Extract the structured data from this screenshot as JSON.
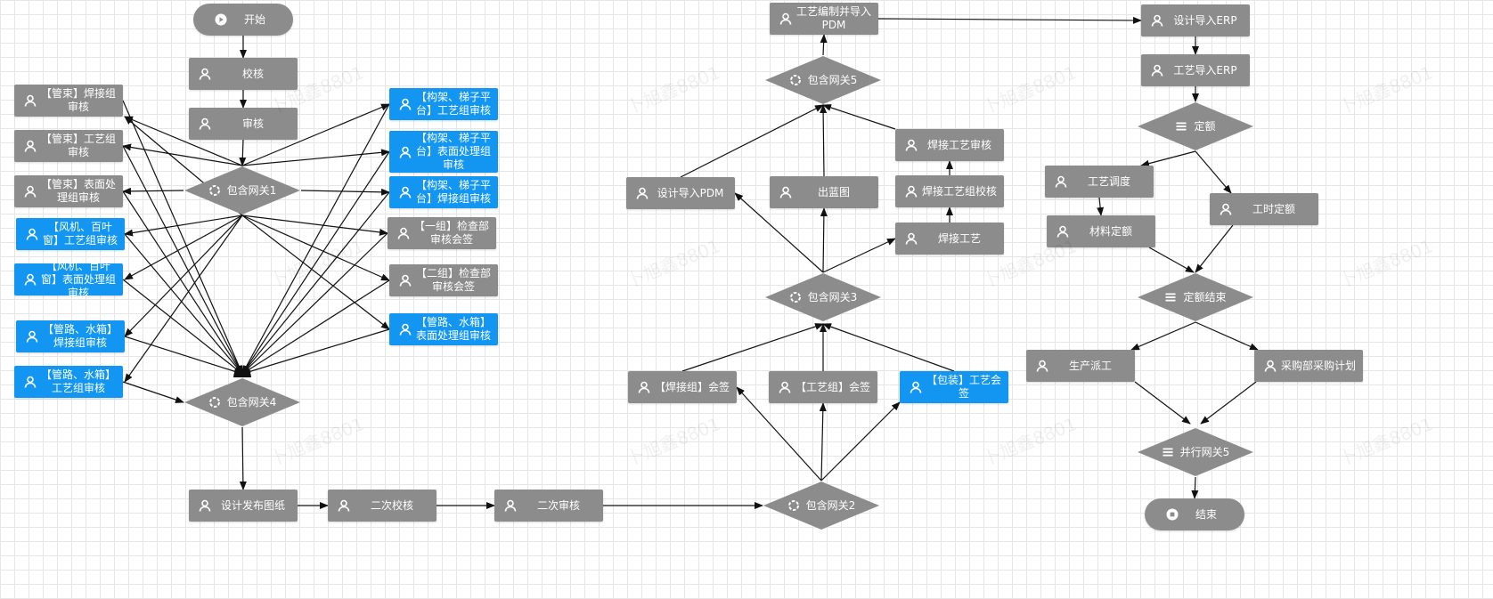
{
  "nodes": {
    "start": {
      "label": "开始",
      "icon": "play-icon"
    },
    "jiaohe": {
      "label": "校核",
      "icon": "user-icon"
    },
    "shenhe": {
      "label": "审核",
      "icon": "user-icon"
    },
    "g1": {
      "label": "包含网关1",
      "icon": "circle-gateway-icon"
    },
    "l1": {
      "label": "【管束】焊接组审核",
      "icon": "user-icon"
    },
    "l2": {
      "label": "【管束】工艺组审核",
      "icon": "user-icon"
    },
    "l3": {
      "label": "【管束】表面处理组审核",
      "icon": "user-icon"
    },
    "l4": {
      "label": "【风机、百叶窗】工艺组审核",
      "icon": "user-icon"
    },
    "l5": {
      "label": "【风机、百叶窗】表面处理组审核",
      "icon": "user-icon"
    },
    "l6": {
      "label": "【管路、水箱】焊接组审核",
      "icon": "user-icon"
    },
    "l7": {
      "label": "【管路、水箱】工艺组审核",
      "icon": "user-icon"
    },
    "r1": {
      "label": "【构架、梯子平台】工艺组审核",
      "icon": "user-icon"
    },
    "r2": {
      "label": "【构架、梯子平台】表面处理组审核",
      "icon": "user-icon"
    },
    "r3": {
      "label": "【构架、梯子平台】焊接组审核",
      "icon": "user-icon"
    },
    "r4": {
      "label": "【一组】检查部审核会签",
      "icon": "user-icon"
    },
    "r5": {
      "label": "【二组】检查部审核会签",
      "icon": "user-icon"
    },
    "r6": {
      "label": "【管路、水箱】表面处理组审核",
      "icon": "user-icon"
    },
    "g4": {
      "label": "包含网关4",
      "icon": "circle-gateway-icon"
    },
    "sjfb": {
      "label": "设计发布图纸",
      "icon": "user-icon"
    },
    "ecjh": {
      "label": "二次校核",
      "icon": "user-icon"
    },
    "ecsh": {
      "label": "二次审核",
      "icon": "user-icon"
    },
    "g2": {
      "label": "包含网关2",
      "icon": "circle-gateway-icon"
    },
    "hjz": {
      "label": "【焊接组】会签",
      "icon": "user-icon"
    },
    "gyz": {
      "label": "【工艺组】会签",
      "icon": "user-icon"
    },
    "bz": {
      "label": "【包装】工艺会签",
      "icon": "user-icon"
    },
    "g3": {
      "label": "包含网关3",
      "icon": "circle-gateway-icon"
    },
    "sjdr": {
      "label": "设计导入PDM",
      "icon": "user-icon"
    },
    "clt": {
      "label": "出蓝图",
      "icon": "user-icon"
    },
    "hjgy": {
      "label": "焊接工艺",
      "icon": "user-icon"
    },
    "hjgyzjh": {
      "label": "焊接工艺组校核",
      "icon": "user-icon"
    },
    "hjgysh": {
      "label": "焊接工艺审核",
      "icon": "user-icon"
    },
    "g5": {
      "label": "包含网关5",
      "icon": "circle-gateway-icon"
    },
    "gybz": {
      "label": "工艺编制并导入PDM",
      "icon": "user-icon"
    },
    "sjerp": {
      "label": "设计导入ERP",
      "icon": "user-icon"
    },
    "gyerp": {
      "label": "工艺导入ERP",
      "icon": "user-icon"
    },
    "de": {
      "label": "定额",
      "icon": "list-gateway-icon"
    },
    "gydd": {
      "label": "工艺调度",
      "icon": "user-icon"
    },
    "clde": {
      "label": "材料定额",
      "icon": "user-icon"
    },
    "gsde": {
      "label": "工时定额",
      "icon": "user-icon"
    },
    "dejs": {
      "label": "定额结束",
      "icon": "list-gateway-icon"
    },
    "scpg": {
      "label": "生产派工",
      "icon": "user-icon"
    },
    "cgjh": {
      "label": "采购部采购计划",
      "icon": "user-icon"
    },
    "bx5": {
      "label": "并行网关5",
      "icon": "list-gateway-icon"
    },
    "end": {
      "label": "结束",
      "icon": "stop-icon"
    }
  },
  "colors": {
    "task": "#8c8c8c",
    "task_highlight": "#1296f2",
    "edge": "#111111"
  },
  "watermark": "卜旭鑫8801"
}
